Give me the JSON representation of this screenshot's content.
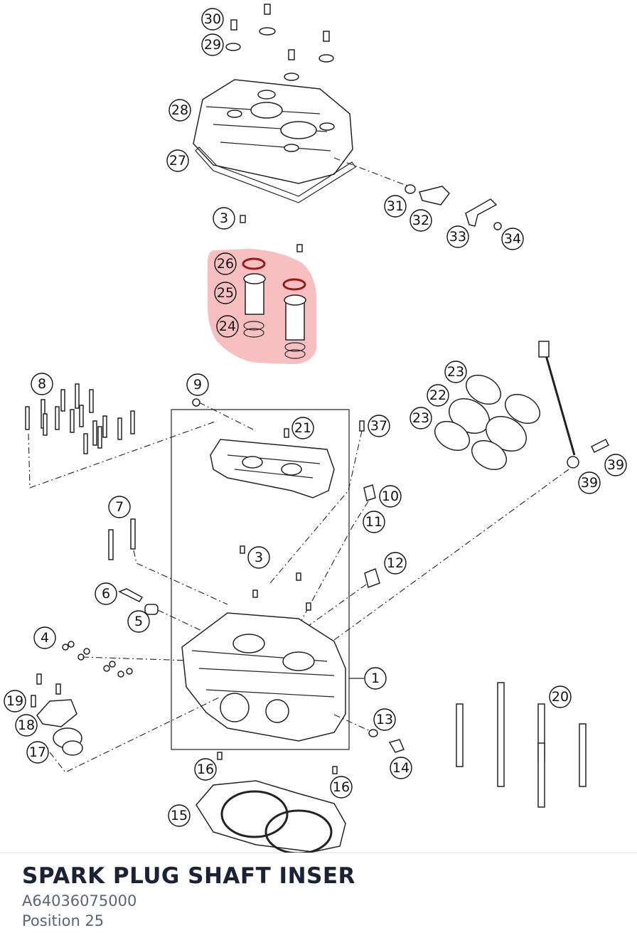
{
  "part": {
    "title": "SPARK PLUG SHAFT INSER",
    "number": "A64036075000",
    "position": "Position 25"
  },
  "highlight": {
    "position": "25",
    "color": "#f08a8a"
  },
  "callouts": [
    {
      "label": "30"
    },
    {
      "label": "29"
    },
    {
      "label": "28"
    },
    {
      "label": "27"
    },
    {
      "label": "3"
    },
    {
      "label": "31"
    },
    {
      "label": "32"
    },
    {
      "label": "33"
    },
    {
      "label": "34"
    },
    {
      "label": "26"
    },
    {
      "label": "25"
    },
    {
      "label": "24"
    },
    {
      "label": "8"
    },
    {
      "label": "9"
    },
    {
      "label": "21"
    },
    {
      "label": "37"
    },
    {
      "label": "23"
    },
    {
      "label": "22"
    },
    {
      "label": "23"
    },
    {
      "label": "39"
    },
    {
      "label": "39"
    },
    {
      "label": "7"
    },
    {
      "label": "10"
    },
    {
      "label": "11"
    },
    {
      "label": "3"
    },
    {
      "label": "12"
    },
    {
      "label": "6"
    },
    {
      "label": "5"
    },
    {
      "label": "4"
    },
    {
      "label": "1"
    },
    {
      "label": "19"
    },
    {
      "label": "18"
    },
    {
      "label": "17"
    },
    {
      "label": "20"
    },
    {
      "label": "13"
    },
    {
      "label": "14"
    },
    {
      "label": "16"
    },
    {
      "label": "16"
    },
    {
      "label": "15"
    }
  ]
}
